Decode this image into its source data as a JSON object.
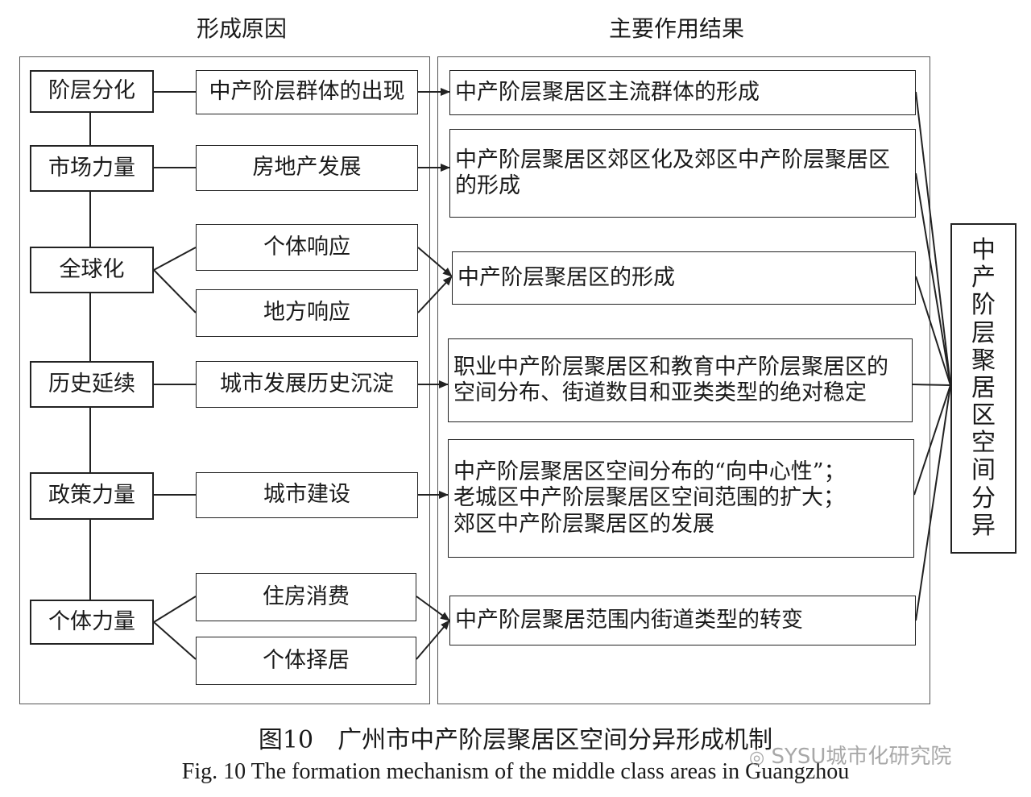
{
  "headers": {
    "left": "形成原因",
    "right": "主要作用结果"
  },
  "causes": [
    "阶层分化",
    "市场力量",
    "全球化",
    "历史延续",
    "政策力量",
    "个体力量"
  ],
  "mechanisms": [
    "中产阶层群体的出现",
    "房地产发展",
    "个体响应",
    "地方响应",
    "城市发展历史沉淀",
    "城市建设",
    "住房消费",
    "个体择居"
  ],
  "results": [
    "中产阶层聚居区主流群体的形成",
    "中产阶层聚居区郊区化及郊区中产阶层聚居区\n的形成",
    "中产阶层聚居区的形成",
    "职业中产阶层聚居区和教育中产阶层聚居区的\n空间分布、街道数目和亚类类型的绝对稳定",
    "中产阶层聚居区空间分布的“向中心性”；\n老城区中产阶层聚居区空间范围的扩大；\n郊区中产阶层聚居区的发展",
    "中产阶层聚居范围内街道类型的转变"
  ],
  "outcome": "中\n产\n阶\n层\n聚\n居\n区\n空\n间\n分\n异",
  "caption_cn": "图10　广州市中产阶层聚居区空间分异形成机制",
  "caption_en": "Fig. 10   The formation mechanism of the middle class areas in Guangzhou",
  "watermark": "SYSU城市化研究院"
}
